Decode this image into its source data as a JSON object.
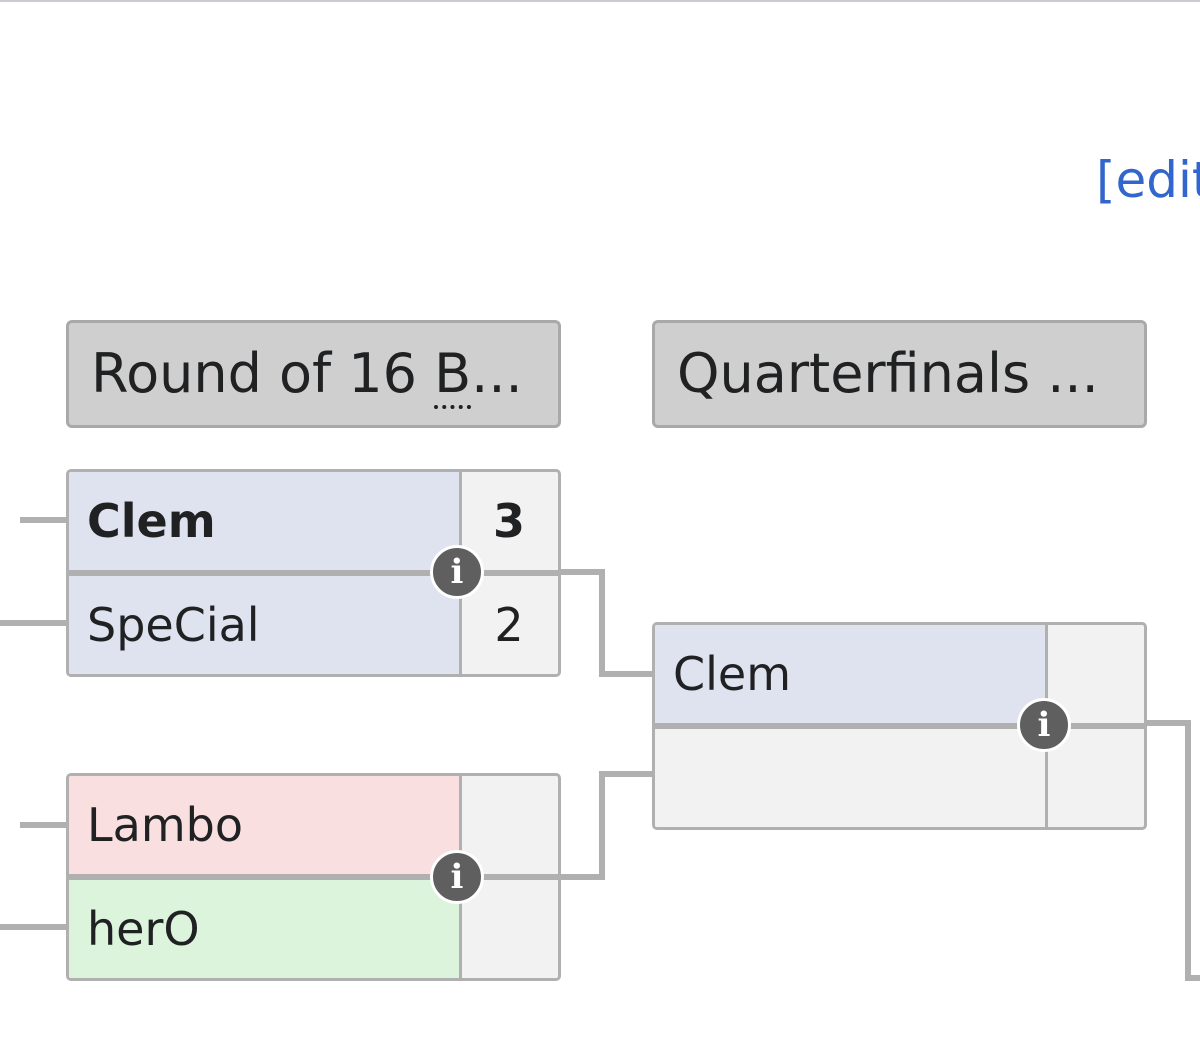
{
  "edit_link": "[edit",
  "headers": {
    "round_of_16": {
      "text": "Round of 16 ",
      "abbr": "B",
      "ellipsis": "..."
    },
    "quarterfinals": {
      "text": "Quarterfinals ..."
    }
  },
  "matches": [
    {
      "top": {
        "name": "Clem",
        "score": "3"
      },
      "bottom": {
        "name": "SpeCial",
        "score": "2"
      }
    },
    {
      "top": {
        "name": "Lambo",
        "score": ""
      },
      "bottom": {
        "name": "herO",
        "score": ""
      }
    },
    {
      "top": {
        "name": "Clem",
        "score": ""
      },
      "bottom": {
        "name": "",
        "score": ""
      }
    }
  ],
  "info_icon_glyph": "i",
  "colors": {
    "neutral": "#dfe3ef",
    "loser": "#f9dfdf",
    "winner": "#dcf3dc",
    "link": "#3366cc",
    "connector": "#b0b0b0"
  }
}
